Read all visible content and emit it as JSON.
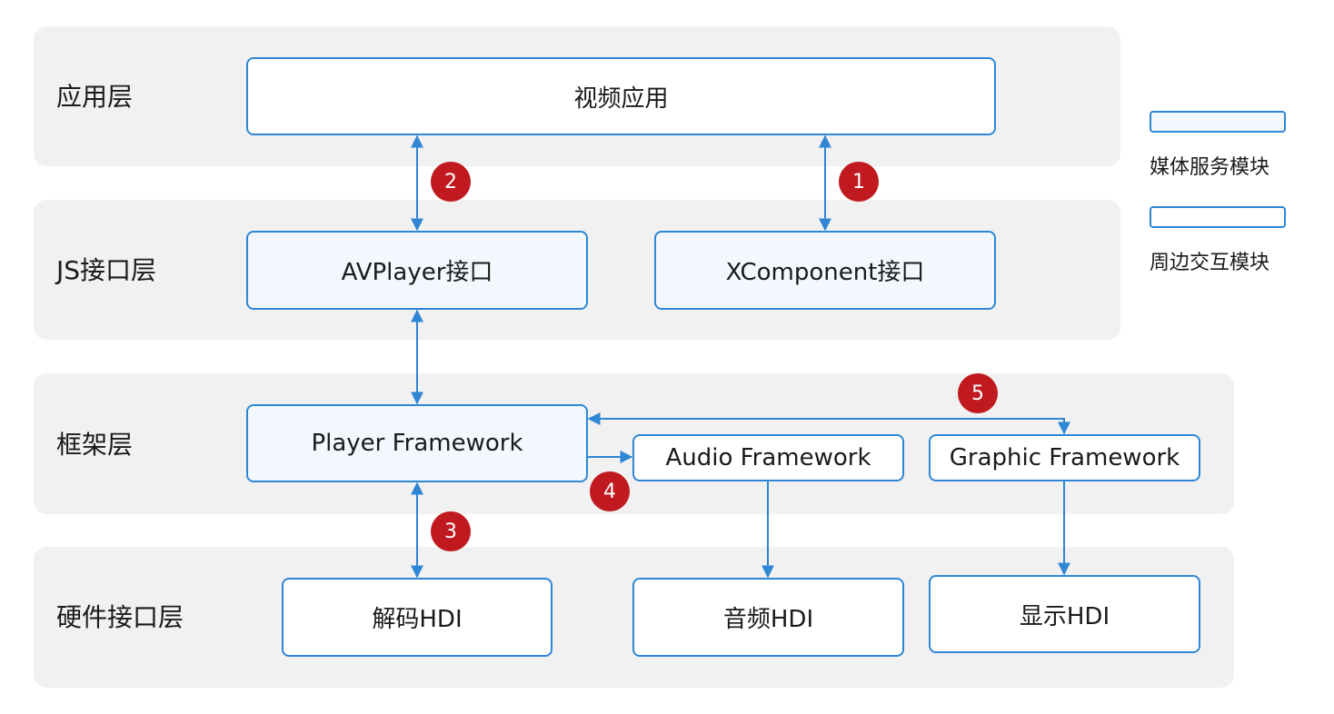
{
  "layers": {
    "app": "应用层",
    "js": "JS接口层",
    "framework": "框架层",
    "hardware": "硬件接口层"
  },
  "boxes": {
    "video_app": "视频应用",
    "avplayer": "AVPlayer接口",
    "xcomponent": "XComponent接口",
    "player_fw": "Player Framework",
    "audio_fw": "Audio Framework",
    "graphic_fw": "Graphic Framework",
    "decode_hdi": "解码HDI",
    "audio_hdi": "音频HDI",
    "display_hdi": "显示HDI"
  },
  "badges": [
    "1",
    "2",
    "3",
    "4",
    "5"
  ],
  "legend": {
    "media_service": "媒体服务模块",
    "peripheral": "周边交互模块"
  },
  "colors": {
    "border": "#2e86d4",
    "media_fill": "#f2f8fd",
    "band": "#f1f1f1",
    "badge": "#c0191f"
  }
}
